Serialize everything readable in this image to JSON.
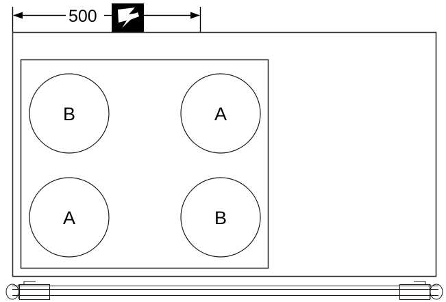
{
  "drawing": {
    "title": "Cooktop plan view with 500 width dimension",
    "background_color": "#ffffff",
    "line_color": "#1a1a1a",
    "badge_color": "#000000",
    "badge_glyph_color": "#ffffff"
  },
  "dimension": {
    "value": "500",
    "unit_badge_name": "lightning-bolt-glyph",
    "arrow_left": "left-arrowhead",
    "arrow_right": "right-arrowhead"
  },
  "burners": [
    {
      "label": "B",
      "position": "top-left"
    },
    {
      "label": "A",
      "position": "top-right"
    },
    {
      "label": "A",
      "position": "bottom-left"
    },
    {
      "label": "B",
      "position": "bottom-right"
    }
  ],
  "corner_marks": {
    "left": "d",
    "right": "b"
  }
}
